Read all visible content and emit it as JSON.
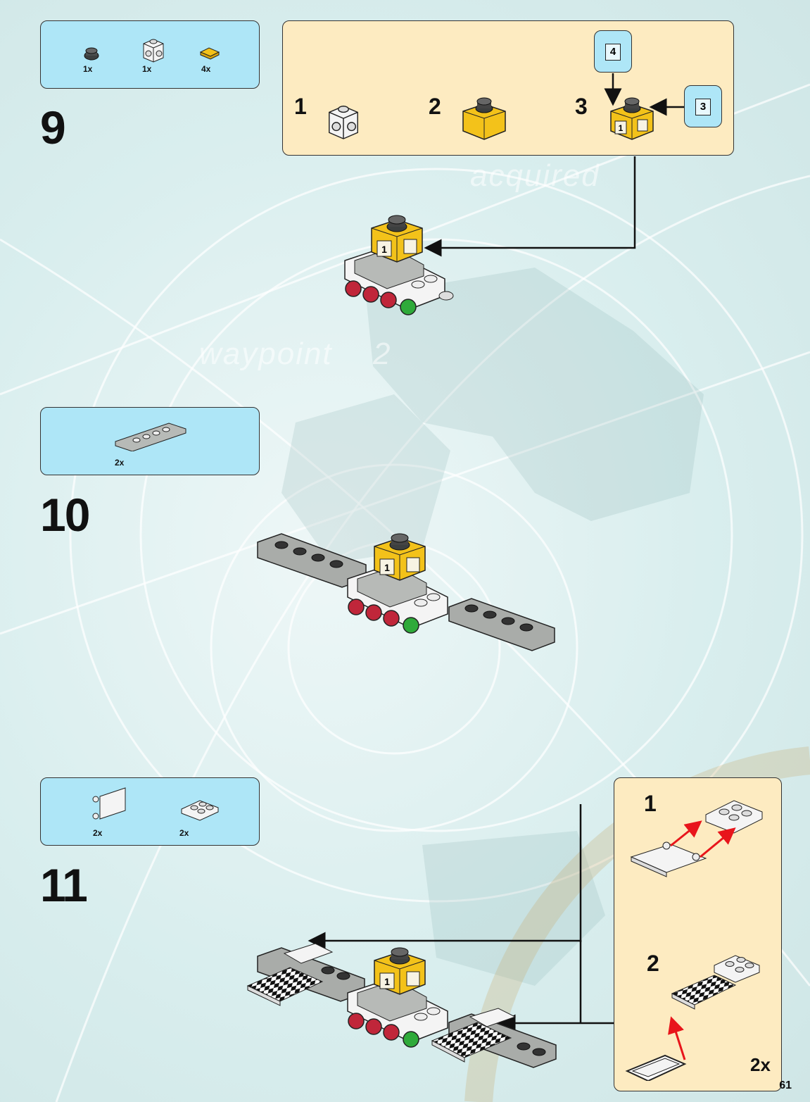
{
  "page": {
    "number": "61"
  },
  "background": {
    "watermark_1": "acquired",
    "watermark_2": "waypoint",
    "watermark_3": "2"
  },
  "steps": [
    {
      "number": "9",
      "parts": [
        {
          "icon": "dark-gray-round-stud-part-icon",
          "qty": "1x"
        },
        {
          "icon": "white-brick-with-studs-on-sides-part-icon",
          "qty": "1x"
        },
        {
          "icon": "yellow-tile-part-icon",
          "qty": "4x"
        }
      ],
      "substeps": [
        {
          "number": "1"
        },
        {
          "number": "2"
        },
        {
          "number": "3"
        }
      ],
      "callouts": [
        "4",
        "3"
      ]
    },
    {
      "number": "10",
      "parts": [
        {
          "icon": "gray-hinge-plate-part-icon",
          "qty": "2x"
        }
      ]
    },
    {
      "number": "11",
      "parts": [
        {
          "icon": "white-flag-part-icon",
          "qty": "2x"
        },
        {
          "icon": "white-hinge-plate-part-icon",
          "qty": "2x"
        }
      ],
      "substeps": [
        {
          "number": "1"
        },
        {
          "number": "2"
        }
      ],
      "multiplier": "2x"
    }
  ],
  "colors": {
    "parts_box": "#aee6f7",
    "sub_box": "#fdebc1",
    "yellow": "#f3c21a",
    "red": "#c0263a",
    "green": "#2faa3a",
    "gray": "#a9aca9",
    "arrow_red": "#e8151b"
  }
}
